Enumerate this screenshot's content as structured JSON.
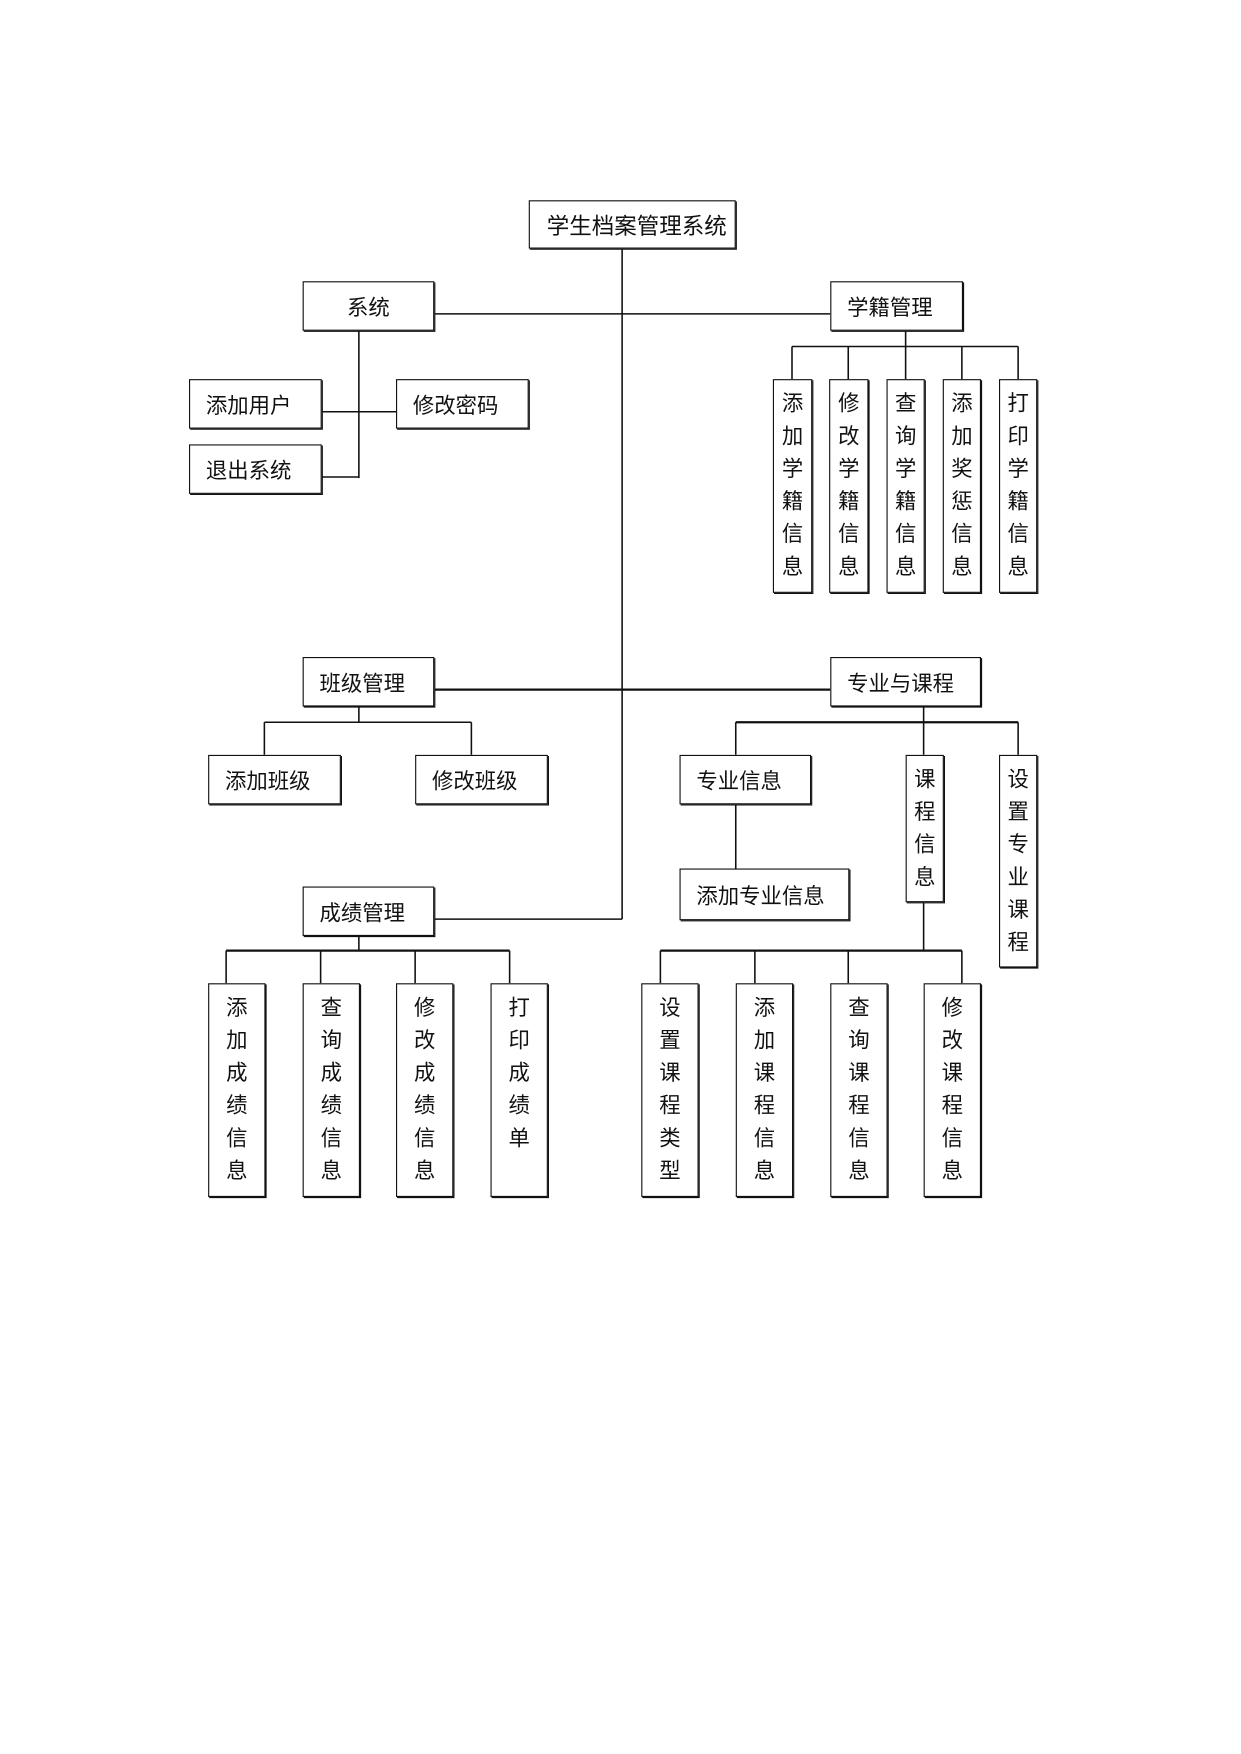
{
  "diagram": {
    "root": "学生档案管理系统",
    "system": {
      "label": "系统",
      "children": [
        "添加用户",
        "修改密码",
        "退出系统"
      ]
    },
    "enrollment": {
      "label": "学籍管理",
      "children": [
        "添加学籍信息",
        "修改学籍信息",
        "查询学籍信息",
        "添加奖惩信息",
        "打印学籍信息"
      ]
    },
    "class_mgmt": {
      "label": "班级管理",
      "children": [
        "添加班级",
        "修改班级"
      ]
    },
    "major_course": {
      "label": "专业与课程",
      "major_info": {
        "label": "专业信息",
        "children": [
          "添加专业信息"
        ]
      },
      "course_info": {
        "label": "课程信息",
        "children": [
          "设置课程类型",
          "添加课程信息",
          "查询课程信息",
          "修改课程信息"
        ]
      },
      "set_major_course": "设置专业课程"
    },
    "grades": {
      "label": "成绩管理",
      "children": [
        "添加成绩信息",
        "查询成绩信息",
        "修改成绩信息",
        "打印成绩单"
      ]
    }
  }
}
